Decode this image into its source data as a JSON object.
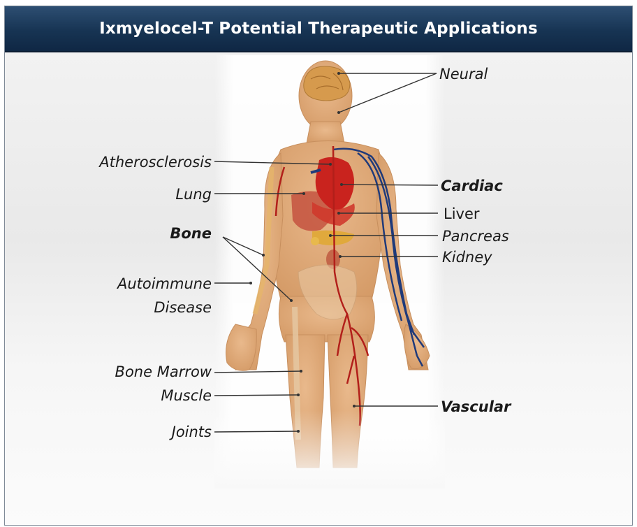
{
  "header": {
    "title": "Ixmyelocel-T Potential Therapeutic Applications"
  },
  "labels": {
    "neural": "Neural",
    "atherosclerosis": "Atherosclerosis",
    "cardiac": "Cardiac",
    "lung": "Lung",
    "liver": "Liver",
    "bone": "Bone",
    "pancreas": "Pancreas",
    "kidney": "Kidney",
    "autoimmune_line1": "Autoimmune",
    "autoimmune_line2": "Disease",
    "bone_marrow": "Bone Marrow",
    "muscle": "Muscle",
    "vascular": "Vascular",
    "joints": "Joints"
  },
  "colors": {
    "header_bg": "#173453",
    "skin": "#dea574",
    "heart": "#c9231e",
    "vein": "#1f3a7a",
    "artery": "#b21f1a",
    "brain": "#d69a4d",
    "pancreas": "#e0a93c",
    "liver": "#c4523f",
    "leader": "#333333"
  },
  "icons": {
    "figure": "human-body-figure"
  }
}
